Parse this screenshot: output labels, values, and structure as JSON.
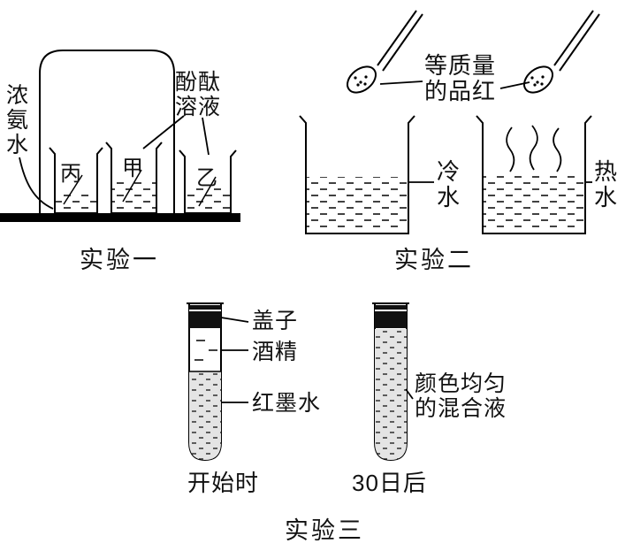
{
  "experiment1": {
    "caption": "实验一",
    "ammonia_label": "浓氨水",
    "phenolphthalein_label": "酚酞溶液",
    "beakers": {
      "left": "丙",
      "middle": "甲",
      "right": "乙"
    }
  },
  "experiment2": {
    "caption": "实验二",
    "dye_label": "等质量的品红",
    "cold_label": "冷水",
    "hot_label": "热水"
  },
  "experiment3": {
    "caption": "实验三",
    "cap_label": "盖子",
    "alcohol_label": "酒精",
    "ink_label": "红墨水",
    "mixture_label": "颜色均匀的混合液",
    "start_label": "开始时",
    "after_label": "30日后"
  },
  "colors": {
    "line": "#000000",
    "stipple_bg": "#e4e4e4"
  }
}
